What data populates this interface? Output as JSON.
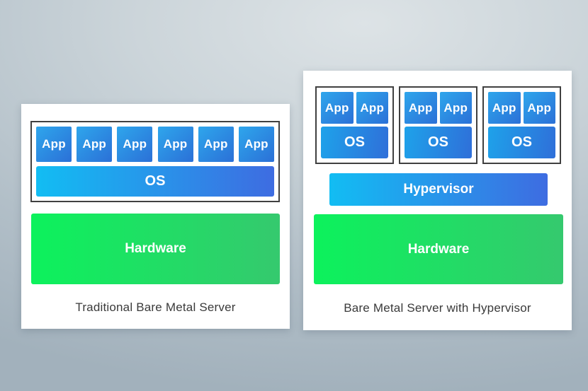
{
  "colors": {
    "card_bg": "#ffffff",
    "box_border": "#404040",
    "bar_text": "#ffffff",
    "caption_text": "#3a3a3a",
    "app_gradient_start": "#2ea6ec",
    "app_gradient_end": "#2b70d7",
    "bar_gradient_start": "#12bdf3",
    "bar_gradient_end": "#3e6ce1",
    "os_small_gradient_start": "#1ea2ea",
    "os_small_gradient_end": "#2f6fd9",
    "hardware_gradient_start": "#0cf25c",
    "hardware_gradient_end": "#35c96e"
  },
  "left_panel": {
    "apps": [
      "App",
      "App",
      "App",
      "App",
      "App",
      "App"
    ],
    "os_label": "OS",
    "hardware_label": "Hardware",
    "caption": "Traditional Bare Metal Server"
  },
  "right_panel": {
    "vms": [
      {
        "apps": [
          "App",
          "App"
        ],
        "os_label": "OS"
      },
      {
        "apps": [
          "App",
          "App"
        ],
        "os_label": "OS"
      },
      {
        "apps": [
          "App",
          "App"
        ],
        "os_label": "OS"
      }
    ],
    "hypervisor_label": "Hypervisor",
    "hardware_label": "Hardware",
    "caption": "Bare Metal Server with Hypervisor"
  }
}
